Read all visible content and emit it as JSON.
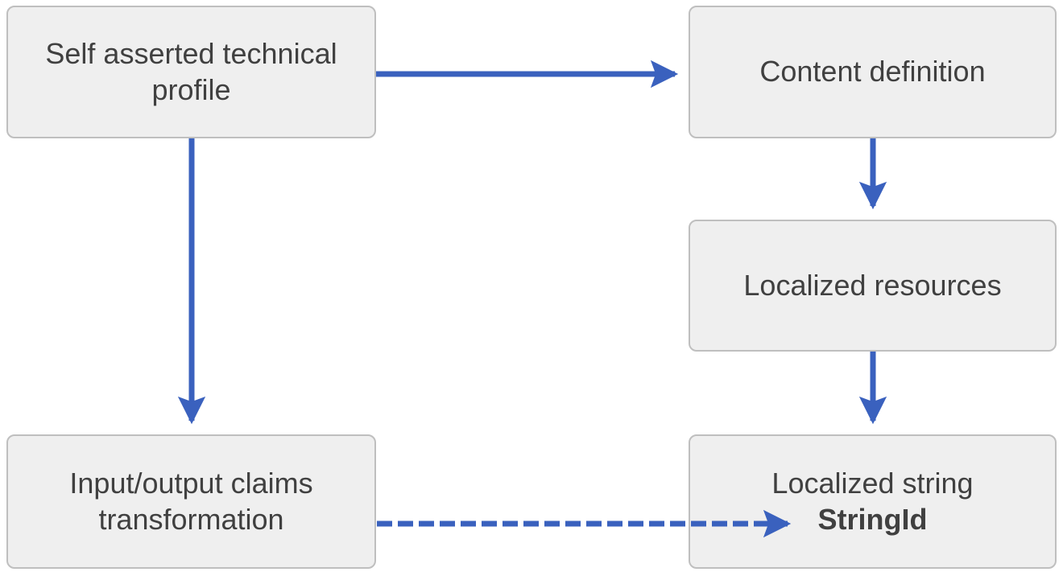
{
  "diagram": {
    "type": "flowchart",
    "title": "",
    "background_color": "#FFFFFF",
    "node_fill_color": "#EFEFEF",
    "node_border_color": "#BFBFBF",
    "node_text_color": "#404040",
    "connector_color": "#3A61BE",
    "nodes": [
      {
        "id": "self-asserted-technical-profile",
        "label": "Self asserted technical\nprofile",
        "line1": "Self asserted technical",
        "line2": "profile"
      },
      {
        "id": "content-definition",
        "label": "Content definition",
        "line1": "Content definition",
        "line2": ""
      },
      {
        "id": "localized-resources",
        "label": "Localized resources",
        "line1": "Localized resources",
        "line2": ""
      },
      {
        "id": "input-output-claims-transformation",
        "label": "Input/output claims\ntransformation",
        "line1": "Input/output claims",
        "line2": "transformation"
      },
      {
        "id": "localized-string",
        "label": "Localized string\nStringId",
        "line1": "Localized string",
        "line2": "StringId"
      }
    ],
    "connectors": [
      {
        "id": "self-asserted-to-content-definition",
        "from": "self-asserted-technical-profile",
        "to": "content-definition",
        "style": "solid",
        "direction": "right",
        "label": ""
      },
      {
        "id": "content-definition-to-localized-resources",
        "from": "content-definition",
        "to": "localized-resources",
        "style": "solid",
        "direction": "down",
        "label": ""
      },
      {
        "id": "localized-resources-to-localized-string",
        "from": "localized-resources",
        "to": "localized-string",
        "style": "solid",
        "direction": "down",
        "label": ""
      },
      {
        "id": "self-asserted-to-input-output-claims",
        "from": "self-asserted-technical-profile",
        "to": "input-output-claims-transformation",
        "style": "solid",
        "direction": "down",
        "label": ""
      },
      {
        "id": "input-output-claims-to-string-id",
        "from": "input-output-claims-transformation",
        "to": "localized-string",
        "style": "dashed",
        "direction": "right",
        "label": ""
      }
    ]
  }
}
